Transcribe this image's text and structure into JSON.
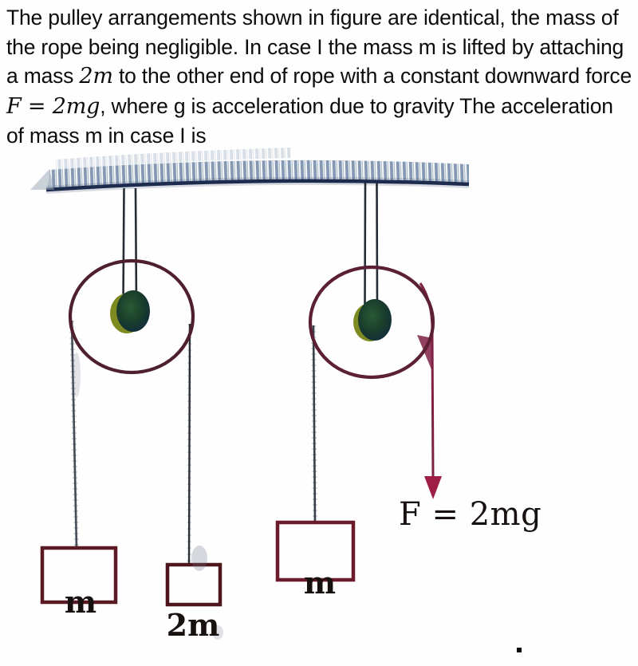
{
  "problem": {
    "lines": [
      {
        "parts": [
          {
            "t": "The pulley arrangements shown in figure are identical, the mass of"
          }
        ]
      },
      {
        "parts": [
          {
            "t": "the rope being negligible. In case I the mass m is lifted by attaching"
          }
        ]
      },
      {
        "parts": [
          {
            "t": "a mass "
          },
          {
            "t": "2m",
            "math": true
          },
          {
            "t": " to the other end of rope with a constant downward force"
          }
        ]
      },
      {
        "parts": [
          {
            "t": "F = 2mg",
            "math": true
          },
          {
            "t": ", where g is acceleration due to gravity The acceleration"
          }
        ]
      },
      {
        "parts": [
          {
            "t": "of mass m in case I is"
          }
        ]
      }
    ]
  },
  "figure": {
    "case1": {
      "left_mass_label": "m",
      "right_mass_label": "2m"
    },
    "case2": {
      "mass_label": "m",
      "force_label": "F = 2mg"
    },
    "colors": {
      "pulley_wheel": "#4e1f2c",
      "box_border": "#5a1a24",
      "ceiling_hatch": "#8399b4",
      "ceiling_baseline": "#1d2c4e",
      "rope": "#3a424d",
      "force_rope": "#7f2144",
      "arrowhead": "#9e1e45",
      "hub_olive": "#7e8b20",
      "hub_dark_green": "#1a3d2c",
      "label_text": "#171110"
    }
  }
}
